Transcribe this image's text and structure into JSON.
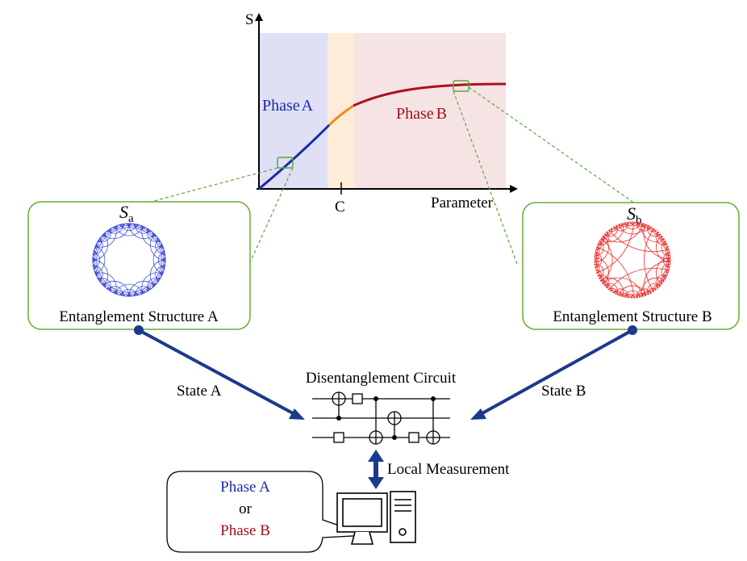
{
  "chart": {
    "y_axis_label": "S",
    "x_axis_label": "Parameter",
    "critical_tick_label": "C",
    "phase_a_label": {
      "word": "Phase",
      "letter": "A"
    },
    "phase_b_label": {
      "word": "Phase",
      "letter": "B"
    }
  },
  "chart_data": {
    "type": "line",
    "ylabel": "S",
    "xlabel": "Parameter",
    "tick_labels": [
      "C"
    ],
    "regions": [
      {
        "label": "Phase A",
        "color": "#dfe0f5"
      },
      {
        "label": "",
        "color": "#fdecd8"
      },
      {
        "label": "Phase B",
        "color": "#f6e4e4"
      }
    ],
    "curve_colors": {
      "phase_a": "#1a2aa8",
      "transition": "#f08a1c",
      "phase_b": "#b0101a"
    }
  },
  "structure_a": {
    "symbol": "S",
    "subscript": "a",
    "caption": "Entanglement Structure A",
    "color": "#2a3ad6"
  },
  "structure_b": {
    "symbol": "S",
    "subscript": "b",
    "caption": "Entanglement Structure B",
    "color": "#ee2a2a"
  },
  "arrows": {
    "state_a": "State A",
    "state_b": "State B",
    "local_measurement": "Local Measurement",
    "color": "#1b3a8c"
  },
  "circuit": {
    "title": "Disentanglement Circuit"
  },
  "result": {
    "line1": "Phase A",
    "line2": "or",
    "line3": "Phase B",
    "color_a": "#1a2aa8",
    "color_b": "#a01018"
  },
  "colors": {
    "box_border": "#6aaa3a",
    "zoom_line": "#5aa83a"
  }
}
